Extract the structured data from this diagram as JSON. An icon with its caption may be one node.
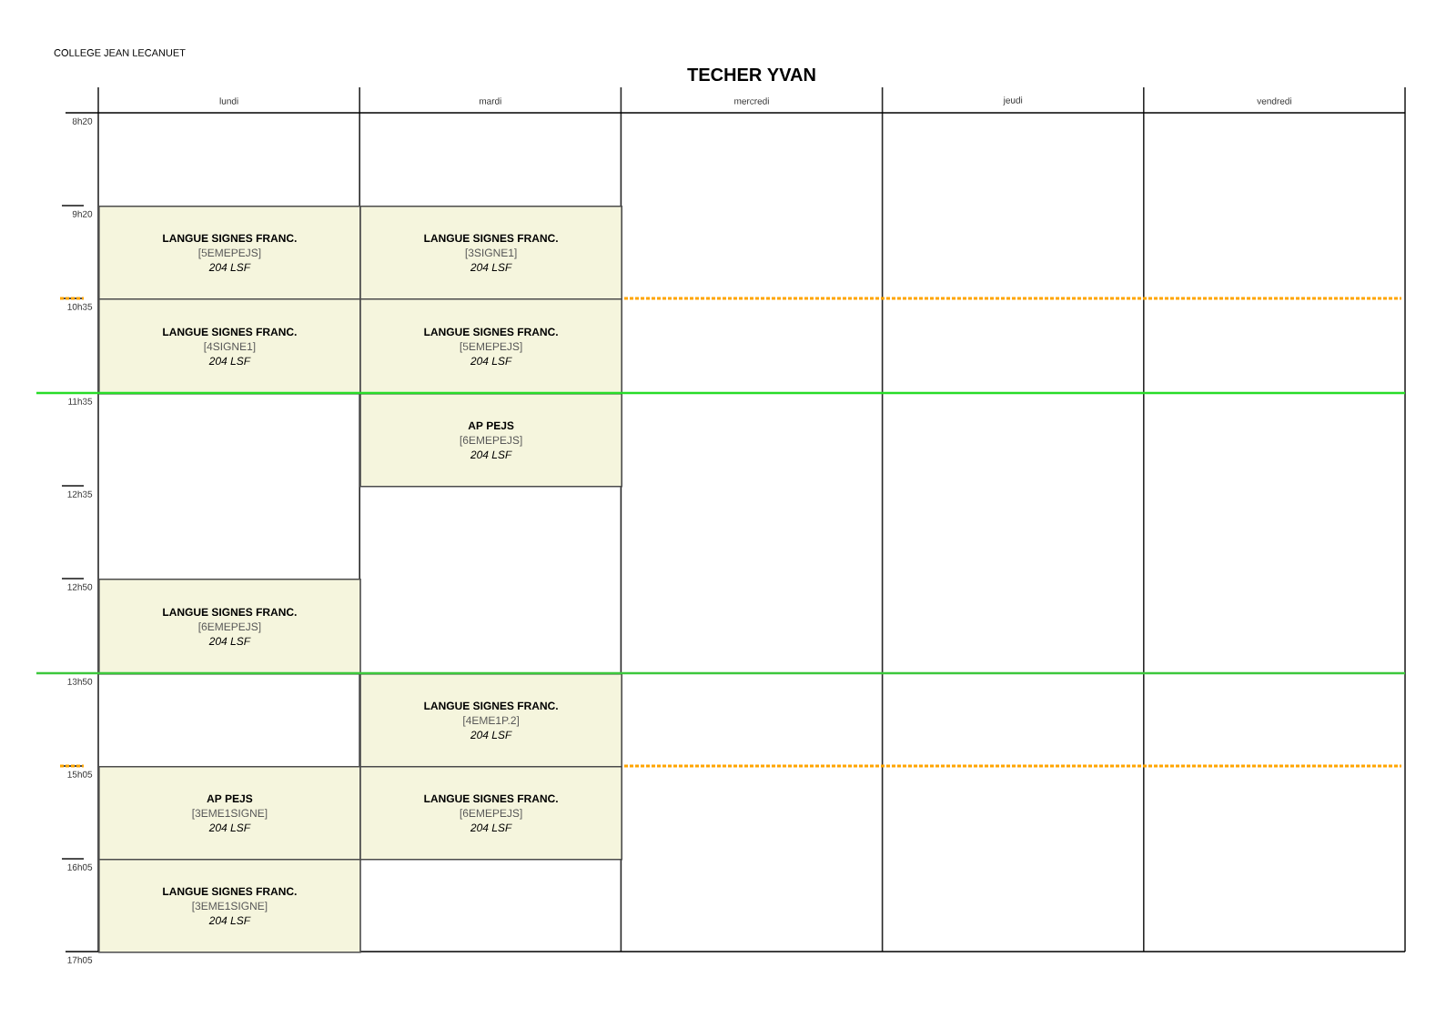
{
  "diagram": {
    "title": "TECHER YVAN",
    "nodes": [
      {
        "text": [
          "LANGUE SIGNES FRANC.",
          "[5EMEPEJS]",
          "204 LSF"
        ]
      },
      {
        "text": [
          "LANGUE SIGNES FRANC.",
          "[3SIGNE1]",
          "204 LSF"
        ]
      },
      {
        "text": [
          "LANGUE SIGNES FRANC.",
          "[4SIGNE1]",
          "204 LSF"
        ]
      },
      {
        "text": [
          "LANGUE SIGNES FRANC.",
          "[5EMEPEJS]",
          "204 LSF"
        ]
      },
      {
        "text": [
          "AP PEJS",
          "[6EMEPEJS]",
          "204 LSF"
        ]
      },
      {
        "text": [
          "LANGUE SIGNES FRANC.",
          "[6EMEPEJS]",
          "204 LSF"
        ]
      },
      {
        "text": [
          "LANGUE SIGNES FRANC.",
          "[4EME1P.2]",
          "204 LSF"
        ]
      },
      {
        "text": [
          "AP PEJS",
          "[3EME1SIGNE]",
          "204 LSF"
        ]
      },
      {
        "text": [
          "LANGUE SIGNES FRANC.",
          "[6EMEPEJS]",
          "204 LSF"
        ]
      },
      {
        "text": [
          "LANGUE SIGNES FRANC.",
          "[3EME1SIGNE]",
          "204 LSF"
        ]
      }
    ],
    "labels": [
      "COLLEGE JEAN LECANUET",
      "lundi",
      "mardi",
      "mercredi",
      "jeudi",
      "vendredi",
      "8h20",
      "9h20",
      "10h35",
      "11h35",
      "12h35",
      "12h50",
      "13h50",
      "15h05",
      "16h05",
      "17h05"
    ]
  }
}
